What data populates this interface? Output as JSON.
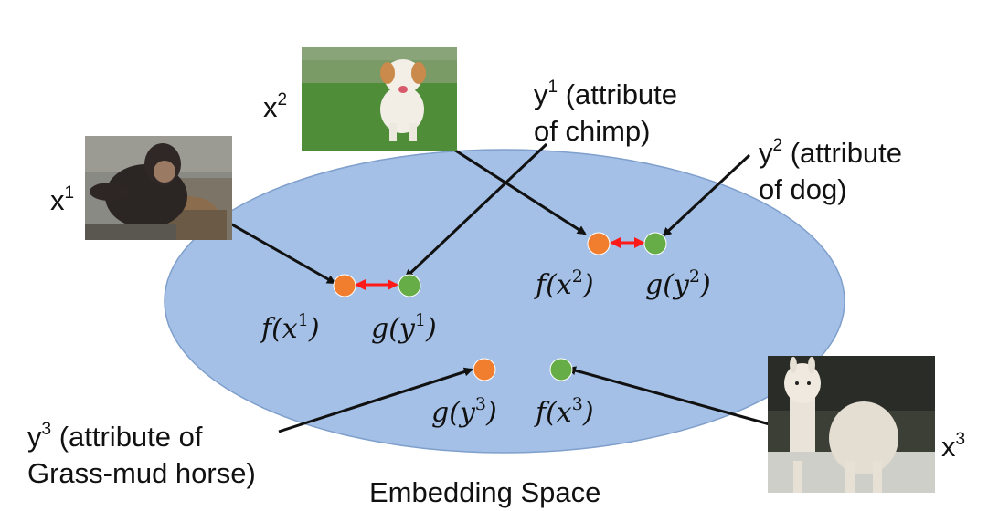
{
  "labels": {
    "x1": {
      "base": "x",
      "sup": "1"
    },
    "x2": {
      "base": "x",
      "sup": "2"
    },
    "x3": {
      "base": "x",
      "sup": "3"
    },
    "y1": {
      "base": "y",
      "sup": "1",
      "line1": " (attribute",
      "line2": "of chimp)"
    },
    "y2": {
      "base": "y",
      "sup": "2",
      "line1": " (attribute",
      "line2": "of dog)"
    },
    "y3": {
      "base": "y",
      "sup": "3",
      "line1": " (attribute of",
      "line2": "Grass-mud horse)"
    }
  },
  "math": {
    "fx1": {
      "pre": "f(x",
      "sup": "1",
      "post": ")"
    },
    "gy1": {
      "pre": "g(y",
      "sup": "1",
      "post": ")"
    },
    "fx2": {
      "pre": "f(x",
      "sup": "2",
      "post": ")"
    },
    "gy2": {
      "pre": "g(y",
      "sup": "2",
      "post": ")"
    },
    "gy3": {
      "pre": "g(y",
      "sup": "3",
      "post": ")"
    },
    "fx3": {
      "pre": "f(x",
      "sup": "3",
      "post": ")"
    }
  },
  "embedding_label": "Embedding Space",
  "colors": {
    "ellipse_fill": "#a4c0e6",
    "ellipse_stroke": "#7f9fcc",
    "f_dot": "#f07e2e",
    "g_dot": "#66ac47",
    "arrow": "#111111",
    "distance_arrow": "#ff1a1a"
  },
  "images": [
    {
      "name": "chimp-photo",
      "depicts": "chimpanzee"
    },
    {
      "name": "dog-photo",
      "depicts": "dog"
    },
    {
      "name": "alpaca-photo",
      "depicts": "grass-mud horse (alpaca)"
    }
  ]
}
